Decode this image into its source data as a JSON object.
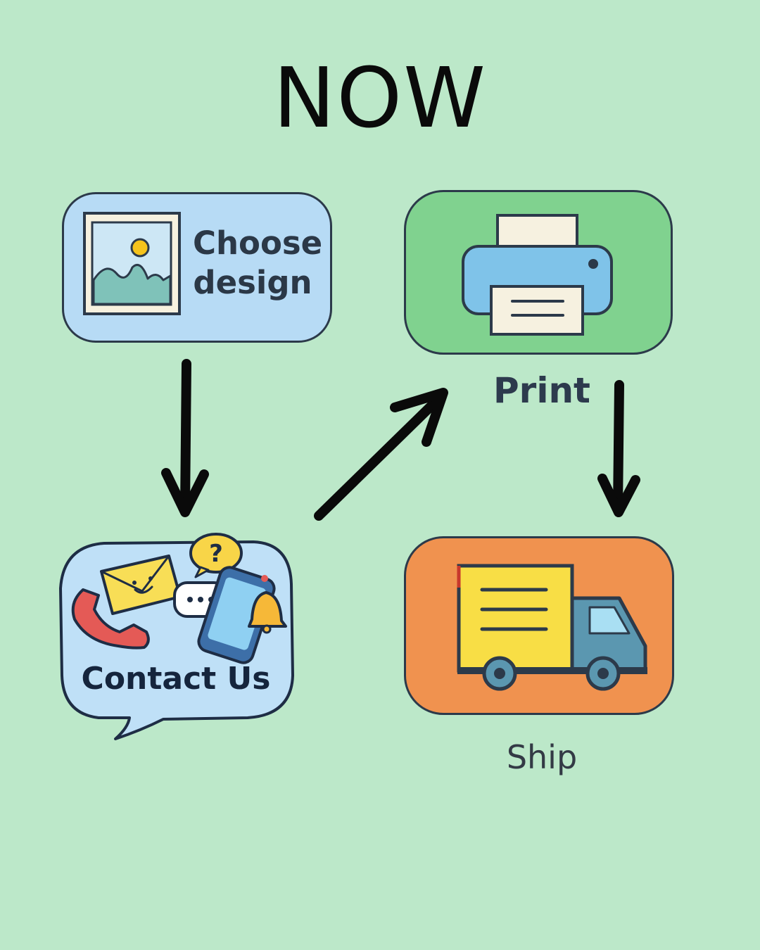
{
  "title": "NOW",
  "steps": {
    "choose": {
      "label": "Choose\ndesign",
      "icon": "picture-icon"
    },
    "contact": {
      "label": "Contact Us",
      "icon": "contact-icon"
    },
    "print": {
      "label": "Print",
      "icon": "printer-icon"
    },
    "ship": {
      "label": "Ship",
      "icon": "delivery-truck-icon"
    }
  },
  "colors": {
    "background": "#BCE8C9",
    "choose": "#B7DBF5",
    "print": "#80D28F",
    "ship": "#F0924F",
    "contact": "#BFE0F7",
    "arrows": "#0a0a0a"
  }
}
